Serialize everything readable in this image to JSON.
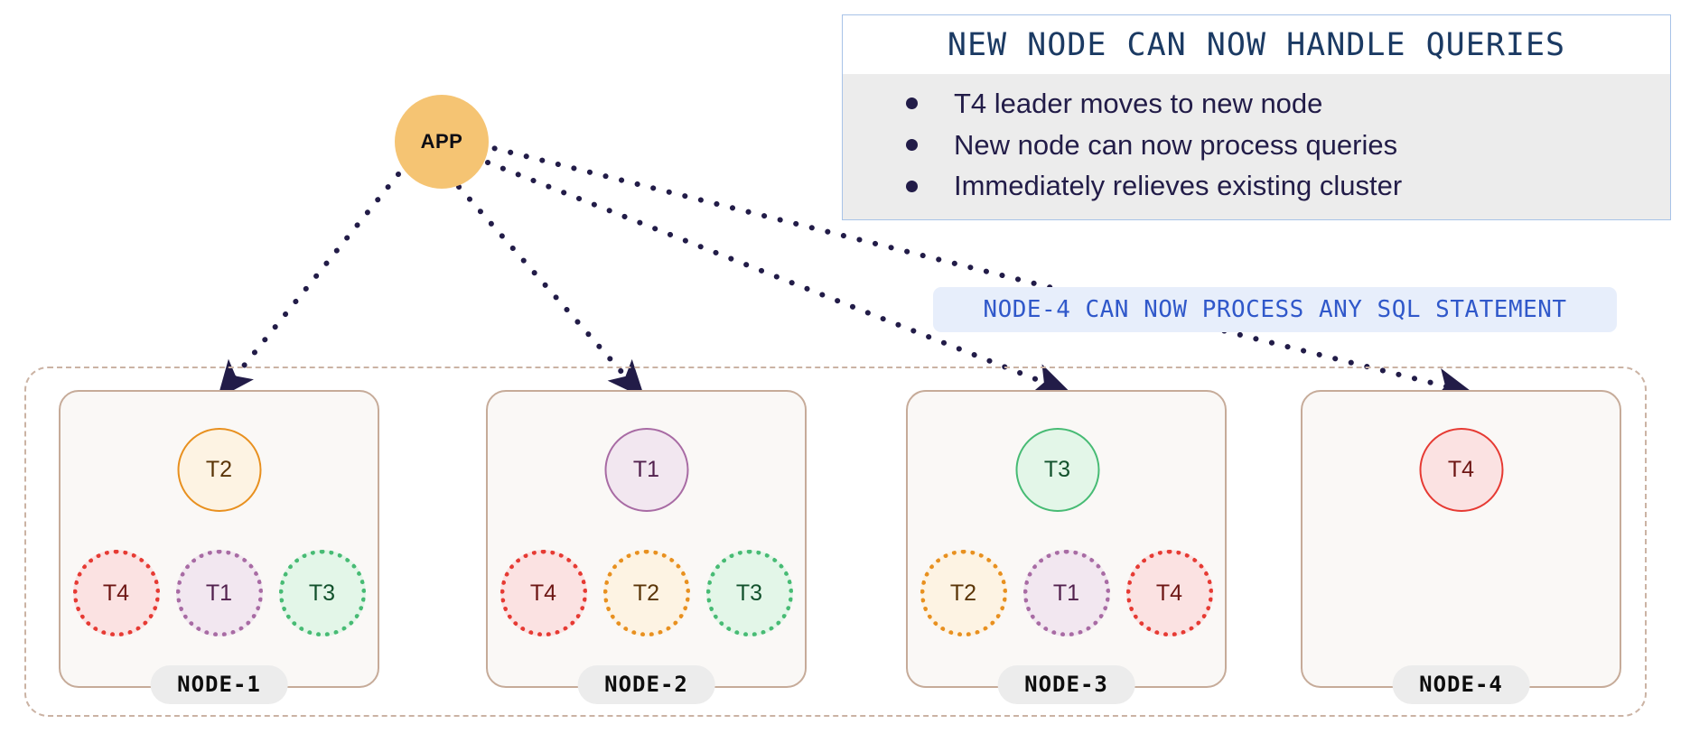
{
  "app": {
    "label": "APP"
  },
  "info_box": {
    "title": "NEW NODE CAN NOW HANDLE QUERIES",
    "bullets": [
      "T4 leader moves to new node",
      "New node can now process queries",
      "Immediately relieves existing cluster"
    ]
  },
  "callout": {
    "text": "NODE-4 CAN NOW PROCESS ANY SQL STATEMENT"
  },
  "cluster": {
    "nodes": [
      {
        "name": "NODE-1",
        "leader": {
          "label": "T2",
          "palette": "t2"
        },
        "followers": [
          {
            "label": "T4",
            "palette": "t4"
          },
          {
            "label": "T1",
            "palette": "t1"
          },
          {
            "label": "T3",
            "palette": "t3"
          }
        ]
      },
      {
        "name": "NODE-2",
        "leader": {
          "label": "T1",
          "palette": "t1"
        },
        "followers": [
          {
            "label": "T4",
            "palette": "t4"
          },
          {
            "label": "T2",
            "palette": "t2"
          },
          {
            "label": "T3",
            "palette": "t3"
          }
        ]
      },
      {
        "name": "NODE-3",
        "leader": {
          "label": "T3",
          "palette": "t3"
        },
        "followers": [
          {
            "label": "T2",
            "palette": "t2"
          },
          {
            "label": "T1",
            "palette": "t1"
          },
          {
            "label": "T4",
            "palette": "t4"
          }
        ]
      },
      {
        "name": "NODE-4",
        "leader": {
          "label": "T4",
          "palette": "t4"
        },
        "followers": []
      }
    ]
  },
  "colors": {
    "app_fill": "#f5c473",
    "arrow": "#221c48",
    "info_border": "#a8c3e8",
    "info_title_text": "#1b3a63",
    "info_body_bg": "#ececec",
    "callout_bg": "#e7eefb",
    "callout_text": "#3058ca",
    "cluster_border": "#cbb3a4",
    "node_border": "#c6ab99",
    "node_fill": "#faf8f6",
    "badge_bg": "#ececec",
    "t1": "#a86ba4",
    "t2": "#e8901f",
    "t3": "#47bb74",
    "t4": "#e63a33"
  }
}
